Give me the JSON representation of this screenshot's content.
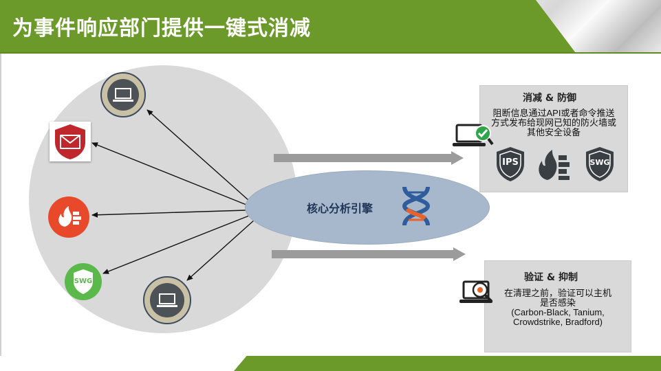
{
  "slide": {
    "title": "为事件响应部门提供一键式消减",
    "core_engine_label": "核心分析引擎"
  },
  "mitigation_panel": {
    "title": "消减 & 防御",
    "lines": [
      "阻断信息通过API或者命令推送",
      "方式发布给现网已知的防火墙或",
      "其他安全设备"
    ],
    "badges": [
      "IPS",
      "SWG"
    ]
  },
  "verify_panel": {
    "title": "验证 & 抑制",
    "lines": [
      "在清理之前，验证可以主机",
      "是否感染",
      "(Carbon-Black, Tanium,",
      "Crowdstrike, Bradford)"
    ]
  },
  "left_icons": {
    "swg_label": "SWG"
  },
  "colors": {
    "title_green": "#6b9a2a",
    "ellipse_blue": "#a7b8cc",
    "dna_blue": "#2f5d9b",
    "dna_orange": "#e7632b",
    "fire_red": "#e8492a",
    "swg_green": "#5ab94a",
    "mail_red": "#c0272d",
    "check_green": "#2fa44a"
  }
}
